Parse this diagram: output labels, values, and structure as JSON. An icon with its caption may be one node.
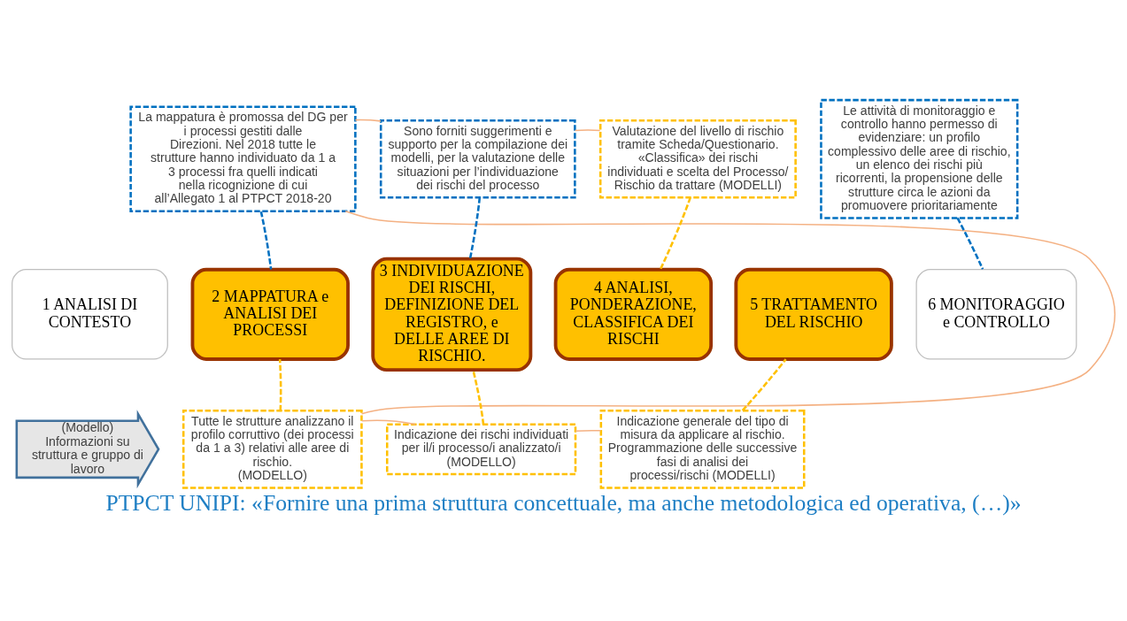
{
  "diagram": {
    "caption": "PTPCT UNIPI: «Fornire una prima struttura concettuale, ma anche metodologica ed operativa, (…)»",
    "nodes": [
      {
        "text": [
          "1 ANALISI DI CONTESTO"
        ]
      },
      {
        "text": [
          "2 MAPPATURA e ANALISI DEI PROCESSI"
        ]
      },
      {
        "text": [
          "3 INDIVIDUAZIONE DEI RISCHI, DEFINIZIONE DEL REGISTRO, e DELLE AREE DI RISCHIO."
        ]
      },
      {
        "text": [
          "4 ANALISI, PONDERAZIONE, CLASSIFICA DEI RISCHI"
        ]
      },
      {
        "text": [
          "5 TRATTAMENTO DEL RISCHIO"
        ]
      },
      {
        "text": [
          "6 MONITORAGGIO e CONTROLLO"
        ]
      },
      {
        "text": [
          "(Modello)",
          "Informazioni su struttura e gruppo di lavoro"
        ]
      },
      {
        "text": [
          "La mappatura è promossa del DG per i processi gestiti dalle Direzioni. Nel 2018 tutte le strutture hanno individuato da 1 a 3 processi fra quelli indicati nella ricognizione di cui all’Allegato 1 al PTPCT 2018-20"
        ]
      },
      {
        "text": [
          "Sono forniti suggerimenti e supporto per la compilazione dei modelli, per la valutazione delle situazioni per l’individuazione dei rischi del processo"
        ]
      },
      {
        "text": [
          "Valutazione del livello di rischio tramite Scheda/Questionario. «Classifica» dei rischi individuati e scelta del Processo/ Rischio da trattare (MODELLI)"
        ]
      },
      {
        "text": [
          "Le attività di monitoraggio e controllo hanno permesso di evidenziare: un profilo complessivo delle aree di rischio, un elenco dei rischi più ricorrenti, la propensione delle strutture circa le azioni da promuovere prioritariamente"
        ]
      },
      {
        "text": [
          "Tutte le strutture analizzano il profilo corruttivo (dei processi da 1 a 3) relativi alle aree di rischio.",
          "(MODELLO)"
        ]
      },
      {
        "text": [
          "Indicazione dei rischi individuati per il/i processo/i analizzato/i (MODELLO)"
        ]
      },
      {
        "text": [
          "Indicazione generale del tipo di misura da applicare al rischio. Programmazione delle successive fasi di analisi dei processi/rischi (MODELLI)"
        ]
      }
    ],
    "edges": [
      {
        "from": 7,
        "to": 1,
        "arrow": "none",
        "style": "dashed",
        "color": "#0070c0"
      },
      {
        "from": 8,
        "to": 2,
        "arrow": "none",
        "style": "dashed",
        "color": "#0070c0"
      },
      {
        "from": 9,
        "to": 3,
        "arrow": "none",
        "style": "dashed",
        "color": "#ffc000"
      },
      {
        "from": 10,
        "to": 5,
        "arrow": "none",
        "style": "dashed",
        "color": "#0070c0"
      },
      {
        "from": 11,
        "to": 1,
        "arrow": "none",
        "style": "dashed",
        "color": "#ffc000"
      },
      {
        "from": 12,
        "to": 2,
        "arrow": "none",
        "style": "dashed",
        "color": "#ffc000"
      },
      {
        "from": 13,
        "to": 4,
        "arrow": "none",
        "style": "dashed",
        "color": "#ffc000"
      },
      {
        "from": 7,
        "to": 8,
        "arrow": "none",
        "color": "#f4b183"
      },
      {
        "from": 8,
        "to": 9,
        "arrow": "none",
        "color": "#f4b183"
      },
      {
        "from": 7,
        "to": 11,
        "arrow": "none",
        "color": "#f4b183"
      },
      {
        "from": 11,
        "to": 12,
        "arrow": "none",
        "color": "#f4b183"
      },
      {
        "from": 12,
        "to": 13,
        "arrow": "none",
        "color": "#f4b183"
      }
    ]
  }
}
